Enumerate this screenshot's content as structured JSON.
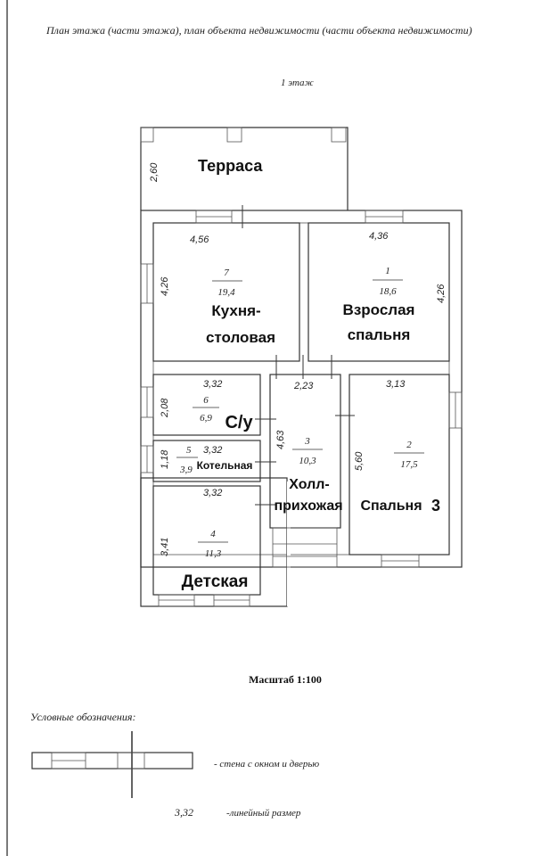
{
  "header": {
    "title": "План этажа (части этажа), план объекта недвижимости (части объекта недвижимости)",
    "floor": "1 этаж"
  },
  "rooms": {
    "terrace": {
      "label": "Терраса",
      "dim_side": "2,60"
    },
    "kitchen": {
      "number": "7",
      "area": "19,4",
      "label_line1": "Кухня-",
      "label_line2": "столовая",
      "dim_top": "4,56",
      "dim_side": "4,26"
    },
    "master_bedroom": {
      "number": "1",
      "area": "18,6",
      "label_line1": "Взрослая",
      "label_line2": "спальня",
      "dim_top": "4,36",
      "dim_side": "4,26"
    },
    "bathroom": {
      "number": "6",
      "area": "6,9",
      "label": "С/у",
      "dim_top": "3,32",
      "dim_side": "2,08"
    },
    "boiler": {
      "number": "5",
      "area": "3,9",
      "label": "Котельная",
      "dim_top": "3,32",
      "dim_side": "1,18"
    },
    "hall": {
      "number": "3",
      "area": "10,3",
      "label_line1": "Холл-",
      "label_line2": "прихожая",
      "dim_top": "2,23",
      "dim_side": "4,63"
    },
    "bedroom3": {
      "number": "2",
      "area": "17,5",
      "label": "Спальня",
      "label_suffix": "3",
      "dim_top": "3,13",
      "dim_side": "5,60"
    },
    "kids": {
      "number": "4",
      "area": "11,3",
      "label": "Детская",
      "dim_top": "3,32",
      "dim_side": "3,41"
    }
  },
  "scale": "Масштаб 1:100",
  "legend": {
    "heading": "Условные обозначения:",
    "wall_text": "- стена с окном и дверью",
    "dim_example": "3,32",
    "dim_text": "-линейный размер"
  }
}
